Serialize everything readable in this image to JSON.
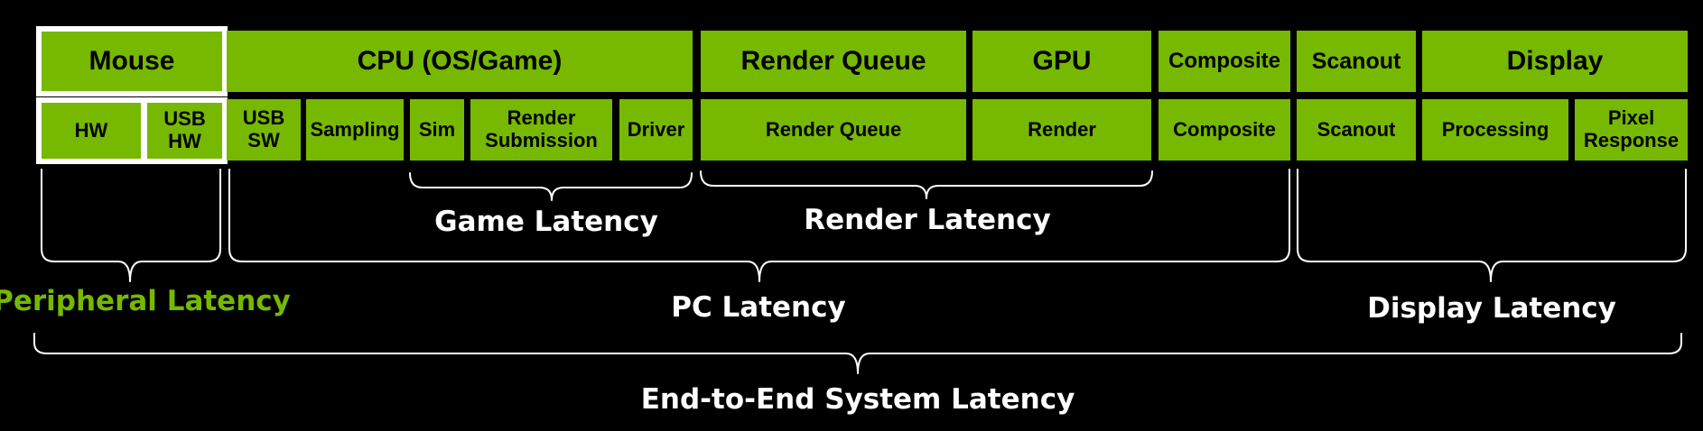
{
  "colors": {
    "accent": "#76b900",
    "background": "#000000",
    "text_on_accent": "#000000",
    "highlight_border": "#ffffff"
  },
  "top_row": {
    "mouse": "Mouse",
    "cpu": "CPU (OS/Game)",
    "render_queue": "Render Queue",
    "gpu": "GPU",
    "composite": "Composite",
    "scanout": "Scanout",
    "display": "Display"
  },
  "sub_row": {
    "hw": "HW",
    "usb_hw": "USB\nHW",
    "usb_sw": "USB\nSW",
    "sampling": "Sampling",
    "sim": "Sim",
    "render_submission": "Render\nSubmission",
    "driver": "Driver",
    "render_queue": "Render Queue",
    "render": "Render",
    "composite": "Composite",
    "scanout": "Scanout",
    "processing": "Processing",
    "pixel_response": "Pixel\nResponse"
  },
  "labels": {
    "game_latency": "Game Latency",
    "render_latency": "Render Latency",
    "peripheral_latency": "Peripheral Latency",
    "pc_latency": "PC Latency",
    "display_latency": "Display Latency",
    "end_to_end": "End-to-End System Latency"
  }
}
